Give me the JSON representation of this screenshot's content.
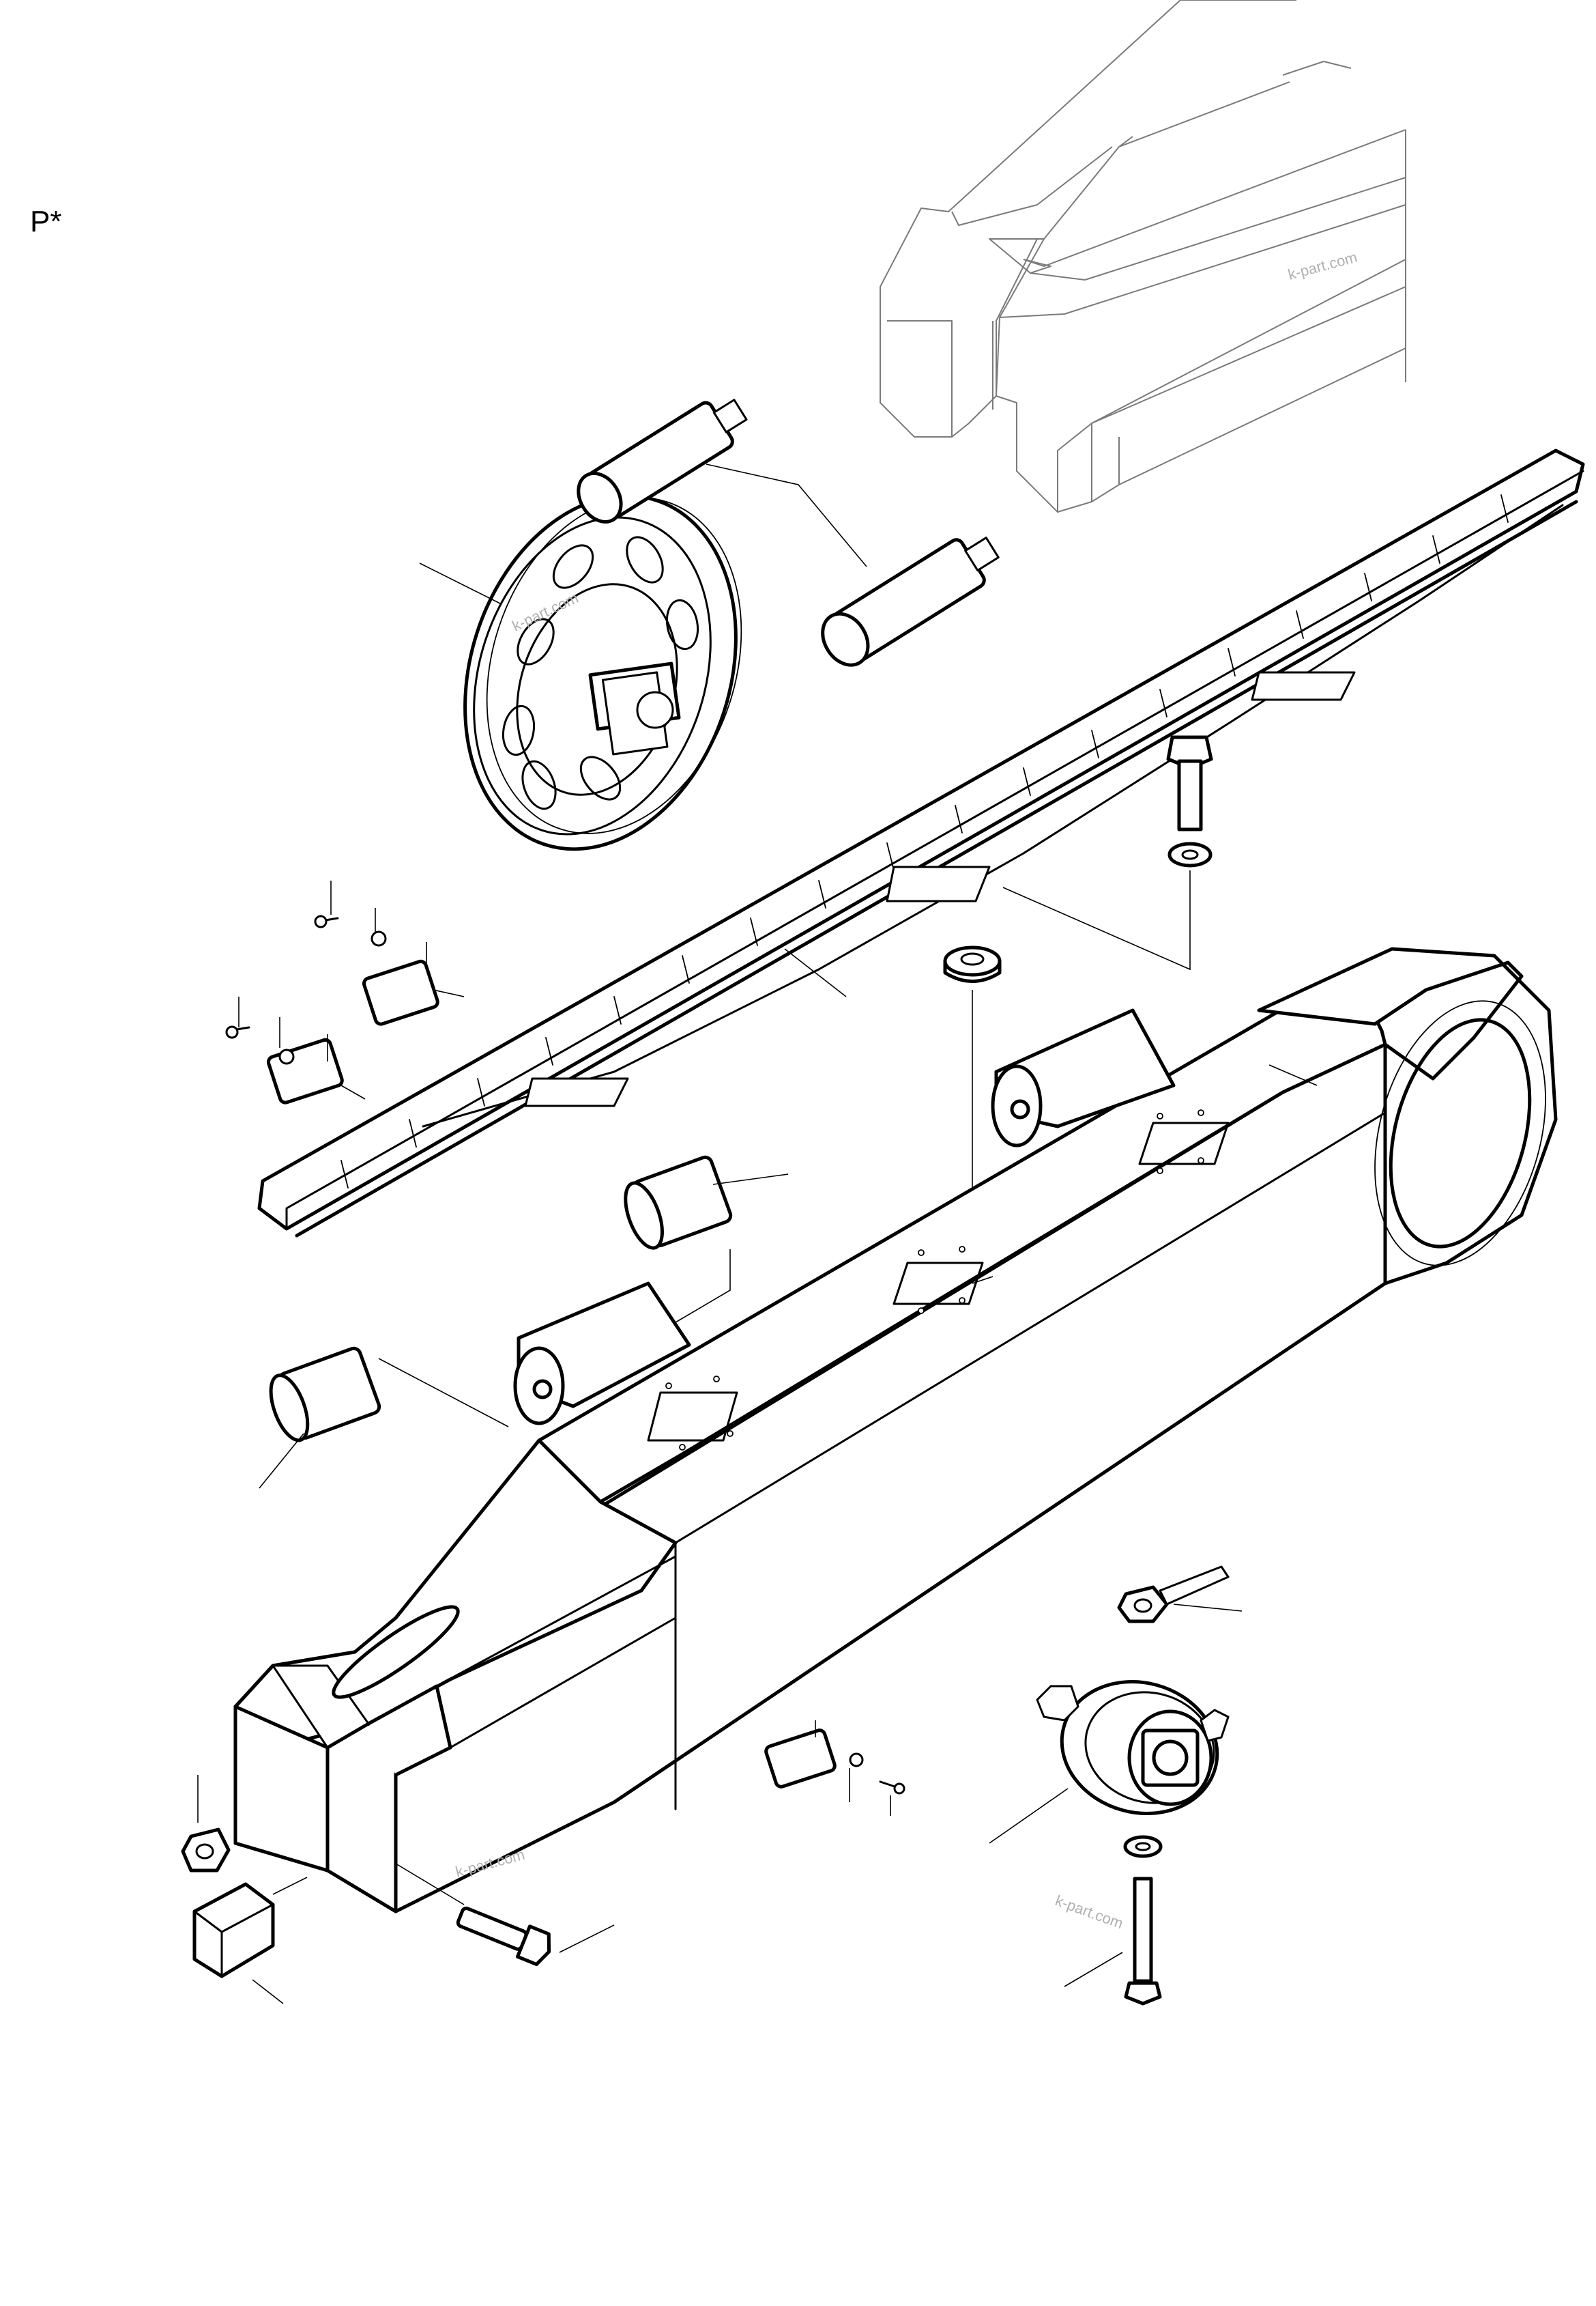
{
  "diagram": {
    "corner_label": "P*",
    "watermarks": [
      "k-part.com",
      "k-part.com",
      "k-part.com",
      "k-part.com"
    ]
  }
}
